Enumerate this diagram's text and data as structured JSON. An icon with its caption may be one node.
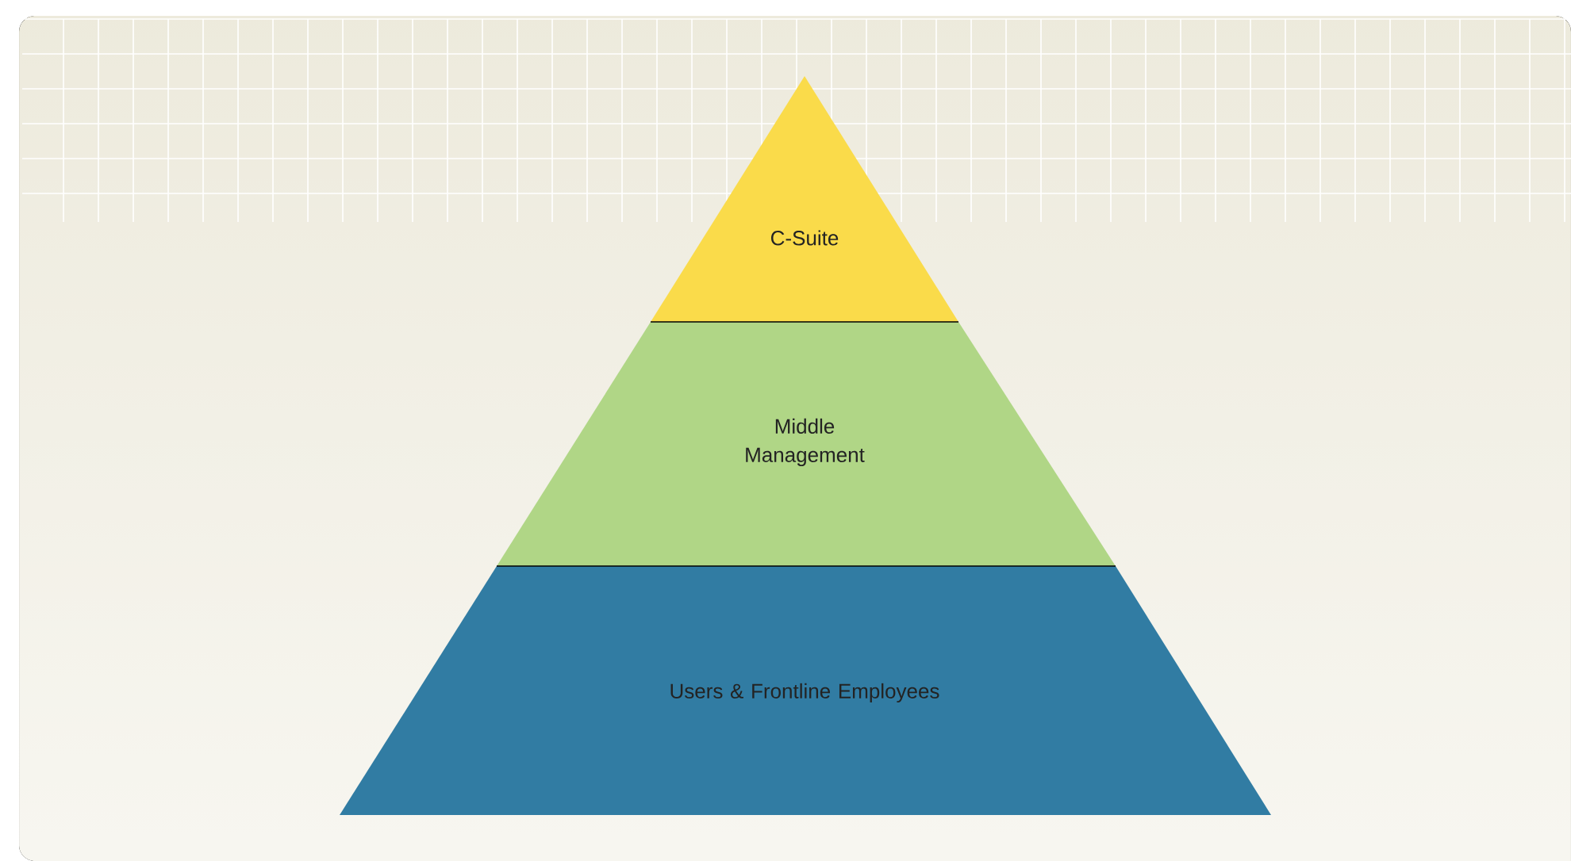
{
  "diagram": {
    "nodes": [
      {
        "text": [
          "C-Suite"
        ]
      },
      {
        "text": [
          "Middle Management"
        ]
      },
      {
        "text": [
          "Users & Frontline Employees"
        ]
      }
    ]
  }
}
